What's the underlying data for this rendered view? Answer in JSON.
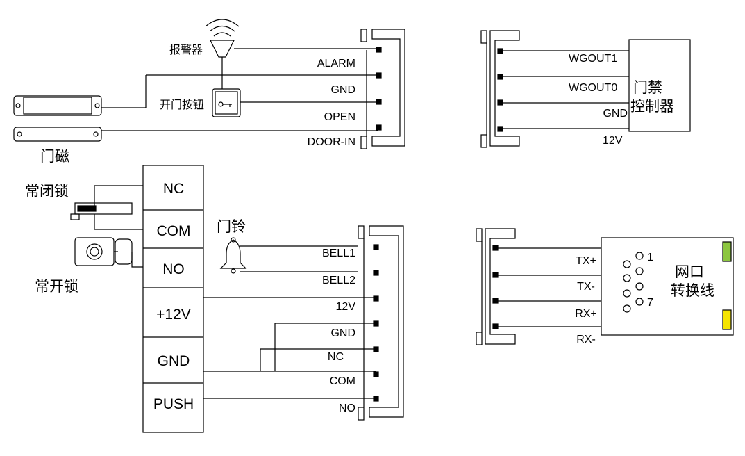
{
  "colors": {
    "line": "#000000",
    "led_green": "#8cc63f",
    "led_yellow": "#f5e400",
    "bg": "#ffffff"
  },
  "alarm_section": {
    "alarm_device_label": "报警器",
    "door_button_label": "开门按钮",
    "door_sensor_label": "门磁",
    "pins": [
      "ALARM",
      "GND",
      "OPEN",
      "DOOR-IN"
    ]
  },
  "wiegand_section": {
    "pins": [
      "WGOUT1",
      "WGOUT0",
      "GND",
      "12V"
    ],
    "controller_label_line1": "门禁",
    "controller_label_line2": "控制器"
  },
  "relay_section": {
    "terminals": [
      "NC",
      "COM",
      "NO",
      "+12V",
      "GND",
      "PUSH"
    ],
    "nc_lock_label": "常闭锁",
    "no_lock_label": "常开锁",
    "bell_label": "门铃",
    "pins": [
      "BELL1",
      "BELL2",
      "12V",
      "GND",
      "NC",
      "COM",
      "NO"
    ]
  },
  "network_section": {
    "pins": [
      "TX+",
      "TX-",
      "RX+",
      "RX-"
    ],
    "port_num_1": "1",
    "port_num_7": "7",
    "converter_label_line1": "网口",
    "converter_label_line2": "转换线"
  }
}
